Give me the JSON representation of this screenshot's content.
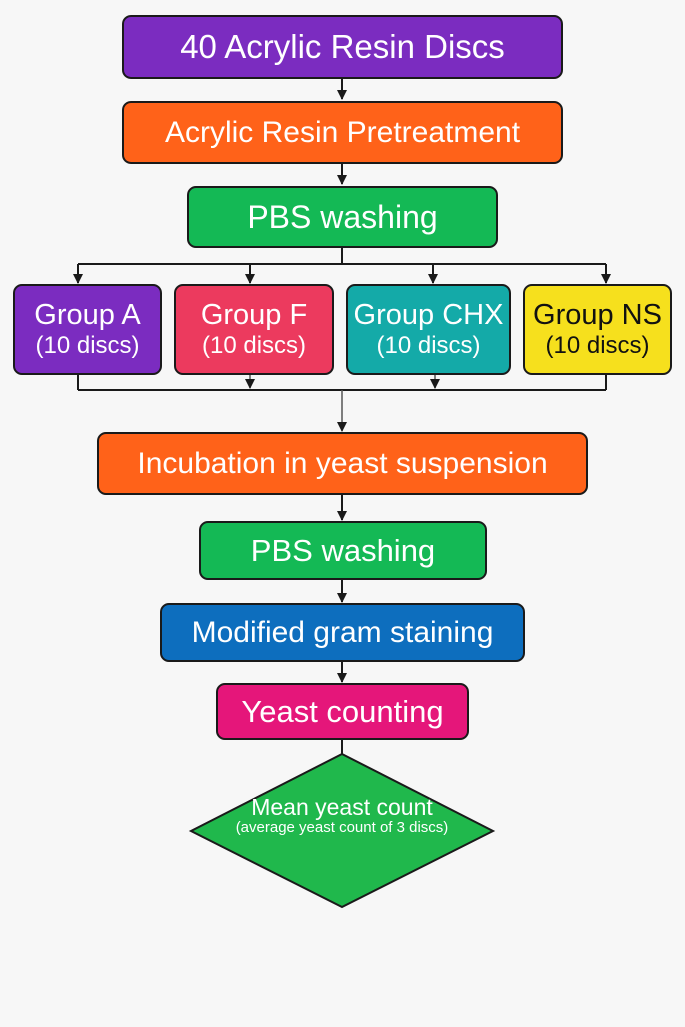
{
  "colors": {
    "purple": "#7b2cc0",
    "orange": "#ff6219",
    "green": "#14b955",
    "red": "#ec3a5e",
    "teal": "#14aaa8",
    "yellow": "#f6e01d",
    "blue": "#0d6ebe",
    "magenta": "#e5167a",
    "decision_green": "#20b84c",
    "line": "#1a1a1a"
  },
  "nodes": {
    "start": "40 Acrylic Resin Discs",
    "pretreatment": "Acrylic Resin Pretreatment",
    "pbs_washing_1": "PBS washing",
    "groups": [
      {
        "name": "Group A",
        "count": "(10 discs)"
      },
      {
        "name": "Group F",
        "count": "(10 discs)"
      },
      {
        "name": "Group CHX",
        "count": "(10 discs)"
      },
      {
        "name": "Group NS",
        "count": "(10 discs)"
      }
    ],
    "incubation": "Incubation in yeast suspension",
    "pbs_washing_2": "PBS washing",
    "staining": "Modified gram staining",
    "counting": "Yeast counting",
    "decision": {
      "main": "Mean yeast count",
      "sub": "(average yeast count of 3 discs)"
    }
  }
}
